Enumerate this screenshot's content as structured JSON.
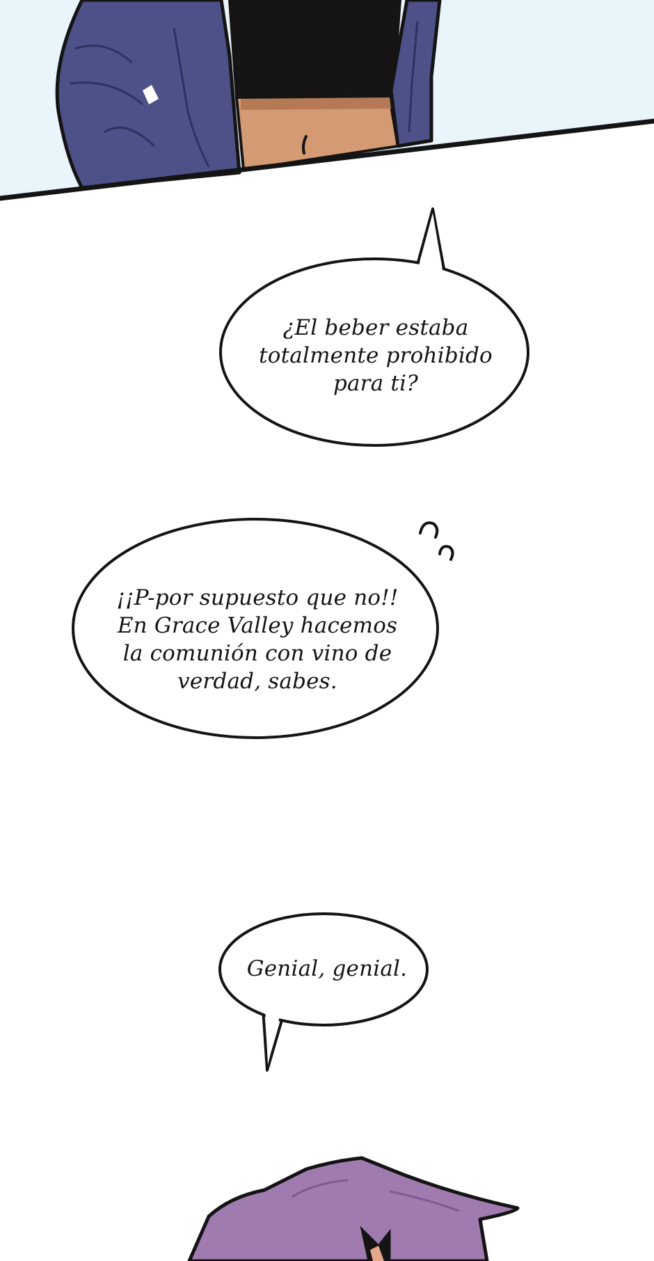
{
  "panels": {
    "top": {
      "background_color": "#e9f4fb",
      "jacket_color": "#4e5187",
      "skin_color": "#d39a74"
    },
    "bottom": {
      "hair_color": "#a07bb0"
    }
  },
  "bubbles": [
    {
      "text": "¿El beber estaba\ntotalmente prohibido\npara ti?"
    },
    {
      "text": "¡¡P-por supuesto que no!!\nEn Grace Valley hacemos\nla comunión con vino de\nverdad, sabes."
    },
    {
      "text": "Genial, genial."
    }
  ],
  "colors": {
    "ink": "#141414",
    "page": "#ffffff"
  },
  "icons": {
    "sweat_marks": "sweat-drop-icon"
  }
}
